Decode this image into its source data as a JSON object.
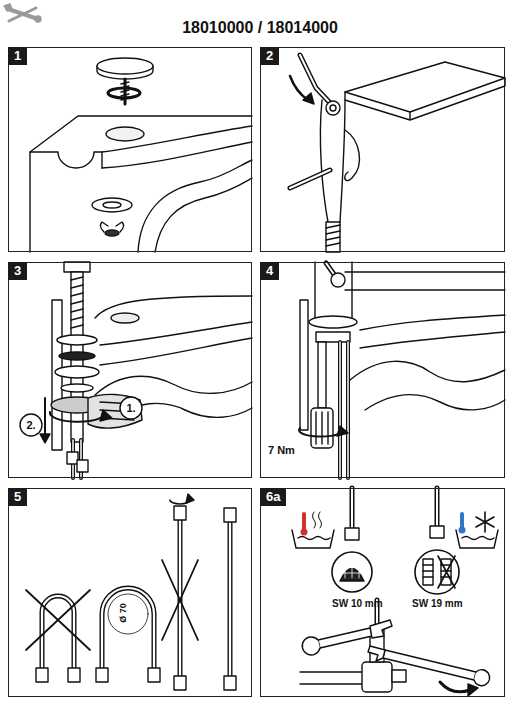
{
  "diagram": {
    "title": "18010000 / 18014000",
    "nodes": [
      {
        "text": [
          "1"
        ]
      },
      {
        "text": [
          "2"
        ]
      },
      {
        "text": [
          "3"
        ]
      },
      {
        "text": [
          "2."
        ],
        "in": 2
      },
      {
        "text": [
          "1."
        ],
        "in": 2
      },
      {
        "text": [
          "4"
        ]
      },
      {
        "text": [
          "5"
        ]
      },
      {
        "text": [
          "6a"
        ]
      }
    ],
    "labels": [
      "7 Nm",
      "Ø 70",
      "SW 10 mm",
      "SW 19 mm"
    ]
  }
}
